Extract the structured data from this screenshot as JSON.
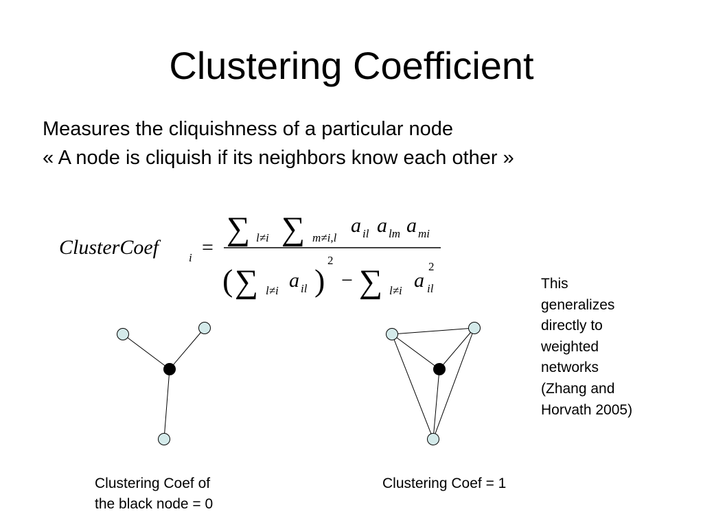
{
  "title": "Clustering Coefficient",
  "lines": [
    "Measures the cliquishness of a particular node",
    "« A node is cliquish if its neighbors know each other »"
  ],
  "formula": {
    "lhs": "ClusterCoef",
    "lhs_sub": "i",
    "eq": "=",
    "num_sum1_sub": "l≠i",
    "num_sum2_sub": "m≠i,l",
    "num_a": "a",
    "num_a1_sub": "il",
    "num_a2_sub": "lm",
    "num_a3_sub": "mi",
    "den_sum1_sub": "l≠i",
    "den_a1_sub": "il",
    "den_exp": "2",
    "den_minus": "−",
    "den_sum2_sub": "l≠i",
    "den_a2_sub": "il",
    "den_a2_exp": "2"
  },
  "side_note": [
    "This",
    "generalizes",
    "directly to",
    "weighted",
    "networks",
    "(Zhang and",
    "Horvath 2005)"
  ],
  "captions": {
    "left": [
      "Clustering Coef of",
      "the black node = 0"
    ],
    "right": "Clustering Coef = 1"
  },
  "colors": {
    "neighbor_node": "#d4eaea",
    "center_node": "#000000"
  }
}
